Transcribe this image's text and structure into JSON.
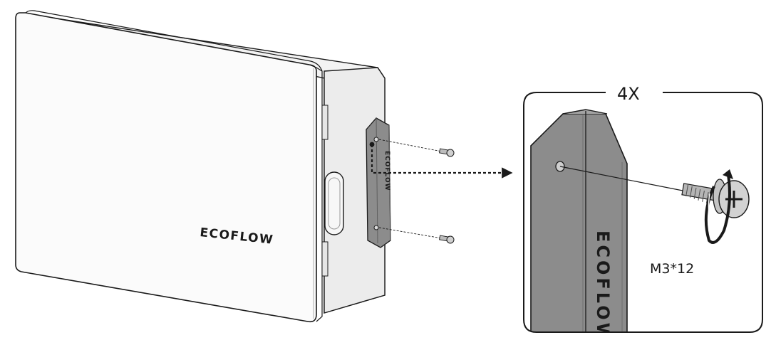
{
  "device": {
    "brand": "ECOFLOW",
    "bracket_brand": "ECOFLOW"
  },
  "callout": {
    "quantity": "4X",
    "bracket_brand": "ECOFLOW",
    "screw_spec": "M3*12"
  },
  "colors": {
    "line": "#1a1a1a",
    "bracket": "#8c8c8c",
    "bracket_dark": "#6e6e6e",
    "device_face": "#fbfbfb",
    "device_side": "#ececec",
    "screw": "#bdbdbd"
  },
  "icons": [
    "screw-icon",
    "rotation-arrow-icon",
    "arrow-right-icon"
  ]
}
